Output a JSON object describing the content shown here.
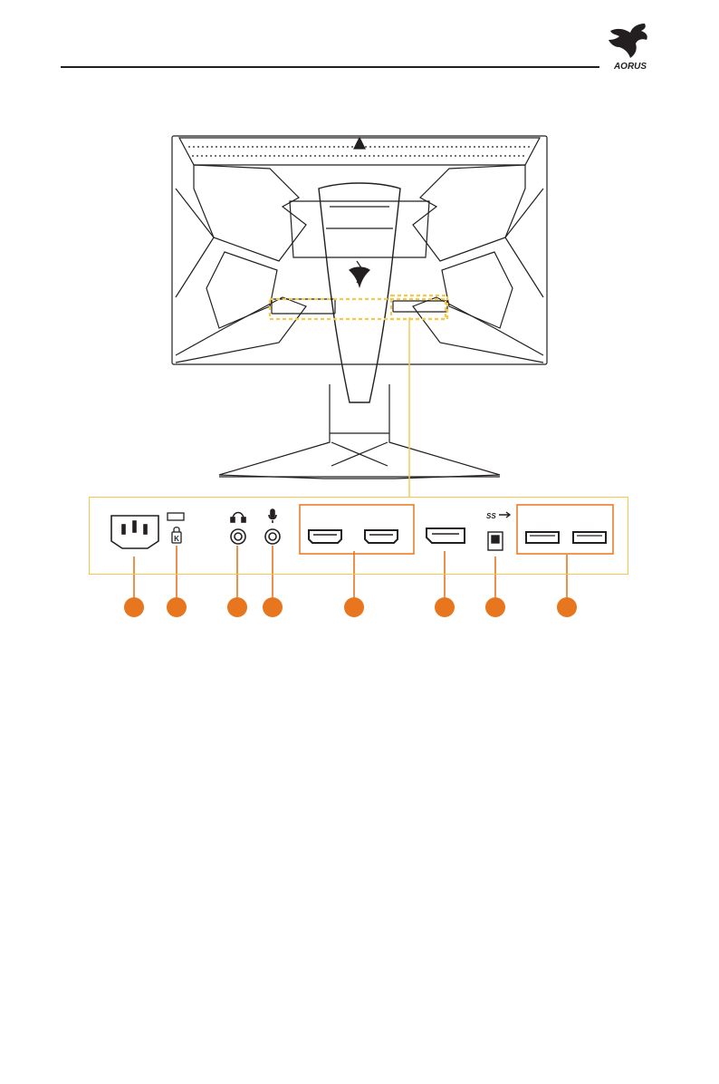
{
  "header": {
    "brand_logo_icon": "aorus-eagle-logo-icon",
    "brand_wordmark": "AORUS",
    "rule_color": "#231f20"
  },
  "figure": {
    "accent_color": "#f7c948",
    "group_box_color": "#e8761f",
    "callout_color": "#e8761f",
    "monitor_rear_icon": "monitor-rear-view-icon",
    "ports": [
      {
        "icon": "ac-power-inlet-icon"
      },
      {
        "icon": "kensington-lock-icon",
        "label": "K"
      },
      {
        "icon": "headphone-jack-icon"
      },
      {
        "icon": "microphone-jack-icon"
      },
      {
        "icon": "hdmi-port-icon"
      },
      {
        "icon": "hdmi-port-icon"
      },
      {
        "icon": "displayport-icon"
      },
      {
        "icon": "usb-upstream-port-icon",
        "label": "SS"
      },
      {
        "icon": "usb-downstream-port-icon"
      },
      {
        "icon": "usb-downstream-port-icon"
      }
    ]
  }
}
